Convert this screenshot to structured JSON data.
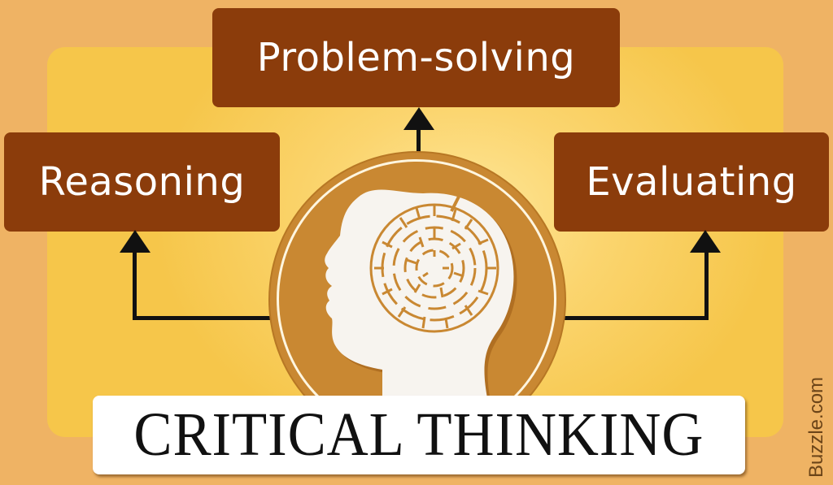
{
  "diagram": {
    "title": "CRITICAL THINKING",
    "center_icon": "head-with-maze-brain-icon",
    "nodes": [
      {
        "id": "reasoning",
        "label": "Reasoning",
        "position": "left"
      },
      {
        "id": "problem-solving",
        "label": "Problem-solving",
        "position": "top"
      },
      {
        "id": "evaluating",
        "label": "Evaluating",
        "position": "right"
      }
    ],
    "edges": [
      {
        "from": "center",
        "to": "reasoning"
      },
      {
        "from": "center",
        "to": "problem-solving"
      },
      {
        "from": "center",
        "to": "evaluating"
      }
    ]
  },
  "watermark": "Buzzle.com",
  "colors": {
    "background": "#efb364",
    "panel": "#f6c64a",
    "box": "#8b3c0b",
    "circle": "#c98832",
    "arrow": "#111111",
    "text_light": "#ffffff",
    "title_text": "#111111"
  }
}
